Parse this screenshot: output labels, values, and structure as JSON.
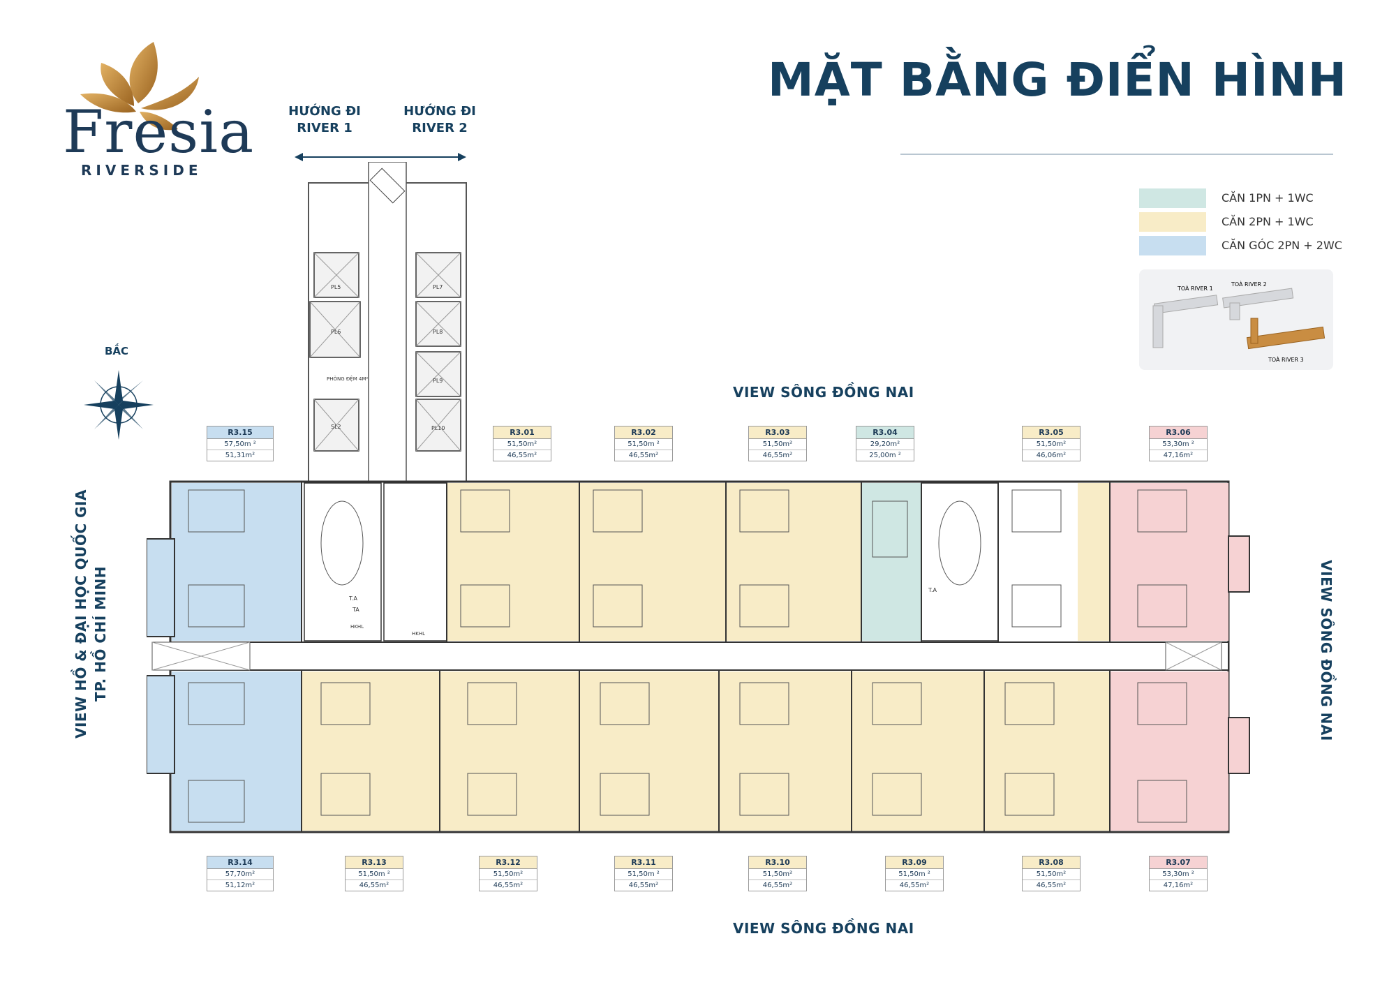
{
  "brand": {
    "name": "Fresia",
    "sub": "RIVERSIDE"
  },
  "title": "MẶT BẰNG ĐIỂN HÌNH",
  "legend": [
    {
      "label": "CĂN 1PN + 1WC",
      "color": "#cfe7e3"
    },
    {
      "label": "CĂN 2PN + 1WC",
      "color": "#f8ecc7"
    },
    {
      "label": "CĂN GÓC 2PN + 2WC",
      "color": "#c7def0"
    }
  ],
  "mini_map": {
    "labels": [
      "TOÀ RIVER 1",
      "TOÀ RIVER 2",
      "TOÀ RIVER 3"
    ]
  },
  "directions": {
    "river1": "HƯỚNG ĐI\nRIVER 1",
    "river2": "HƯỚNG ĐI\nRIVER 2"
  },
  "compass": {
    "label": "BẮC"
  },
  "views": {
    "top": "VIEW SÔNG ĐỒNG NAI",
    "bottom": "VIEW SÔNG ĐỒNG NAI",
    "right": "VIEW SÔNG ĐỒNG NAI",
    "left_line1": "VIEW HỒ & ĐẠI HỌC QUỐC GIA",
    "left_line2": "TP. HỒ CHÍ MINH"
  },
  "core_labels": {
    "lifts_left": [
      "PL5",
      "PL6",
      "SL2"
    ],
    "lifts_right": [
      "PL7",
      "PL8",
      "PL9",
      "PL10"
    ],
    "buffer_room": "PHÒNG ĐỆM\n4M²",
    "ta": "T.A",
    "ta2": "TA",
    "hkhl": "HKHL"
  },
  "units_top": [
    {
      "code": "R3.15",
      "a1": "57,50m ²",
      "a2": "51,31m²",
      "type": "corner"
    },
    {
      "code": "R3.01",
      "a1": "51,50m²",
      "a2": "46,55m²",
      "type": "2pn"
    },
    {
      "code": "R3.02",
      "a1": "51,50m ²",
      "a2": "46,55m²",
      "type": "2pn"
    },
    {
      "code": "R3.03",
      "a1": "51,50m²",
      "a2": "46,55m²",
      "type": "2pn"
    },
    {
      "code": "R3.04",
      "a1": "29,20m²",
      "a2": "25,00m ²",
      "type": "1pn"
    },
    {
      "code": "R3.05",
      "a1": "51,50m²",
      "a2": "46,06m²",
      "type": "2pn"
    },
    {
      "code": "R3.06",
      "a1": "53,30m ²",
      "a2": "47,16m²",
      "type": "pink"
    }
  ],
  "units_bottom": [
    {
      "code": "R3.14",
      "a1": "57,70m²",
      "a2": "51,12m²",
      "type": "corner"
    },
    {
      "code": "R3.13",
      "a1": "51,50m ²",
      "a2": "46,55m²",
      "type": "2pn"
    },
    {
      "code": "R3.12",
      "a1": "51,50m²",
      "a2": "46,55m²",
      "type": "2pn"
    },
    {
      "code": "R3.11",
      "a1": "51,50m ²",
      "a2": "46,55m²",
      "type": "2pn"
    },
    {
      "code": "R3.10",
      "a1": "51,50m²",
      "a2": "46,55m²",
      "type": "2pn"
    },
    {
      "code": "R3.09",
      "a1": "51,50m ²",
      "a2": "46,55m²",
      "type": "2pn"
    },
    {
      "code": "R3.08",
      "a1": "51,50m²",
      "a2": "46,55m²",
      "type": "2pn"
    },
    {
      "code": "R3.07",
      "a1": "53,30m ²",
      "a2": "47,16m²",
      "type": "pink"
    }
  ],
  "colors": {
    "1pn": "#cfe7e3",
    "2pn": "#f8ecc7",
    "corner": "#c7def0",
    "pink": "#f6d2d3",
    "navy": "#16405e",
    "gold": "#c48a3d"
  }
}
